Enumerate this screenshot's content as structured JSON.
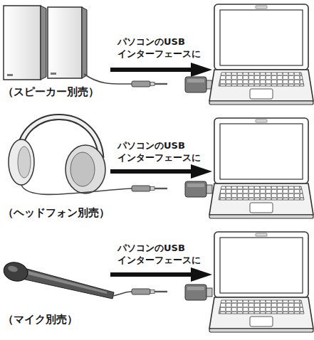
{
  "diagram": {
    "nodes": [
      {
        "text": [
          "（スピーカー別売）"
        ]
      },
      {
        "text": [
          "（ヘッドフォン別売）"
        ]
      },
      {
        "text": [
          "（マイク別売）"
        ]
      }
    ],
    "labels": [
      "パソコンのUSB インターフェースに",
      "パソコンのUSB インターフェースに",
      "パソコンのUSB インターフェースに"
    ]
  }
}
